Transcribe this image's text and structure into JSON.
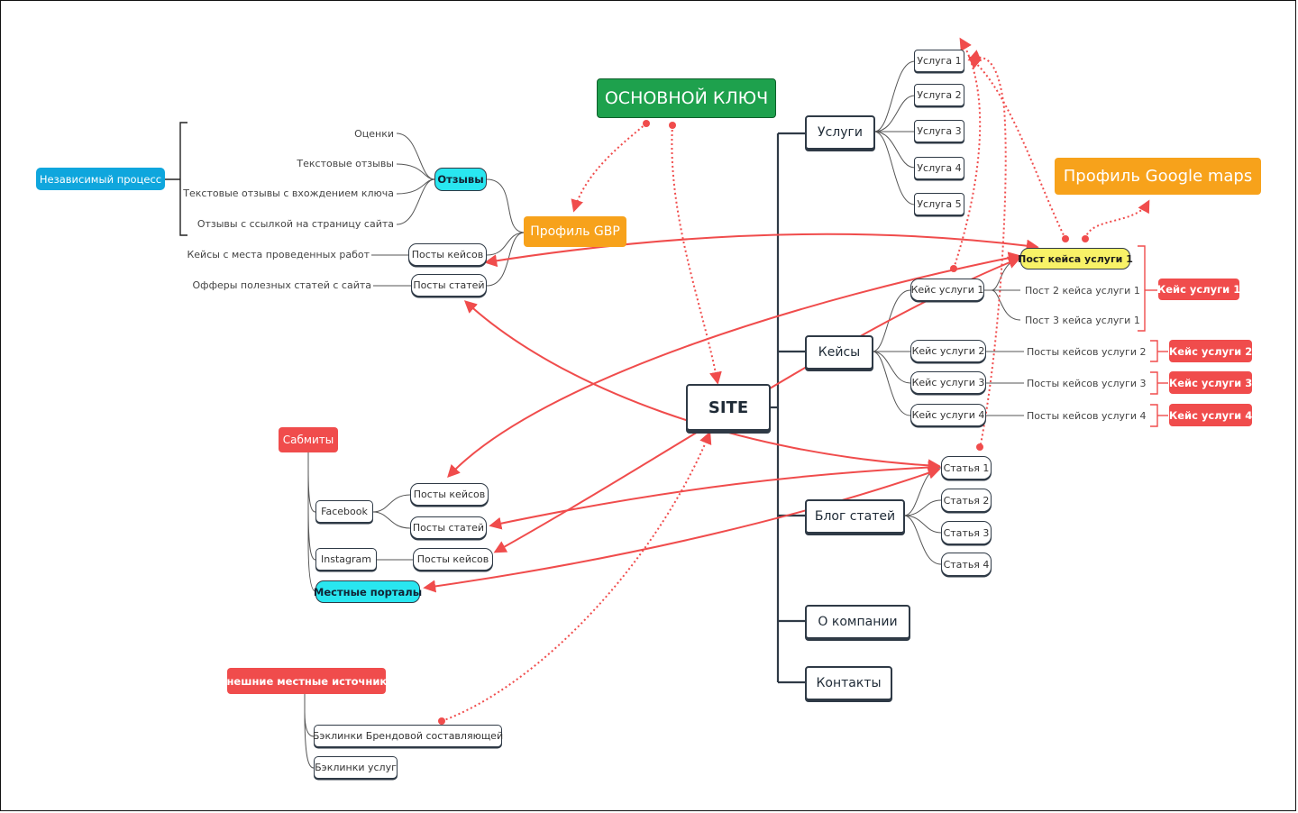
{
  "center": "SITE",
  "main_key": "ОСНОВНОЙ КЛЮЧ",
  "branches": {
    "uslugi": "Услуги",
    "keisy": "Кейсы",
    "blog": "Блог статей",
    "company": "О компании",
    "contacts": "Контакты"
  },
  "services": [
    "Услуга 1",
    "Услуга 2",
    "Услуга 3",
    "Услуга 4",
    "Услуга 5"
  ],
  "cases": [
    "Кейс услуги 1",
    "Кейс услуги 2",
    "Кейс услуги 3",
    "Кейс услуги 4"
  ],
  "case1_posts": [
    "Пост кейса услуги 1",
    "Пост 2 кейса услуги 1",
    "Пост 3 кейса услуги 1"
  ],
  "case_posts": [
    "Посты кейсов услуги 2",
    "Посты кейсов услуги 3",
    "Посты кейсов услуги 4"
  ],
  "case_tags": [
    "Кейс услуги 1",
    "Кейс услуги 2",
    "Кейс услуги 3",
    "Кейс услуги 4"
  ],
  "articles": [
    "Статья 1",
    "Статья 2",
    "Статья 3",
    "Статья 4"
  ],
  "google_maps": "Профиль Google maps",
  "gbp": {
    "title": "Профиль GBP",
    "reviews": "Отзывы",
    "review_items": [
      "Оценки",
      "Текстовые отзывы",
      "Текстовые отзывы с вхождением ключа",
      "Отзывы с ссылкой на страницу сайта"
    ],
    "independent": "Независимый процесс",
    "case_posts": "Посты кейсов",
    "case_posts_desc": "Кейсы с места проведенных работ",
    "article_posts": "Посты статей",
    "article_posts_desc": "Офферы полезных статей с сайта"
  },
  "submits": {
    "title": "Сабмиты",
    "facebook": "Facebook",
    "fb_case_posts": "Посты кейсов",
    "fb_article_posts": "Посты статей",
    "instagram": "Instagram",
    "ig_case_posts": "Посты кейсов",
    "local_portals": "Местные порталы"
  },
  "external": {
    "title": "Внешние местные источники",
    "brand_backlinks": "Бэклинки Брендовой составляющей",
    "service_backlinks": "Бэклинки услуг"
  },
  "colors": {
    "arrow": "#f04c4c",
    "tree": "#2f3a46",
    "green": "#1ea14d",
    "orange": "#f7a21b",
    "blue": "#0fa6dd",
    "cyan": "#29e6f0",
    "yellow": "#f8f267"
  }
}
